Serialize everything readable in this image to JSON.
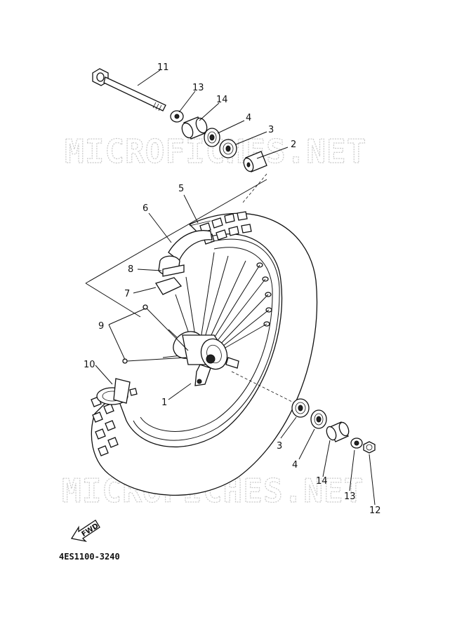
{
  "diagram": {
    "callouts": [
      {
        "id": "c11",
        "text": "11"
      },
      {
        "id": "c13a",
        "text": "13"
      },
      {
        "id": "c14a",
        "text": "14"
      },
      {
        "id": "c4a",
        "text": "4"
      },
      {
        "id": "c3a",
        "text": "3"
      },
      {
        "id": "c2",
        "text": "2"
      },
      {
        "id": "c5",
        "text": "5"
      },
      {
        "id": "c6",
        "text": "6"
      },
      {
        "id": "c8",
        "text": "8"
      },
      {
        "id": "c7",
        "text": "7"
      },
      {
        "id": "c9",
        "text": "9"
      },
      {
        "id": "c10",
        "text": "10"
      },
      {
        "id": "c1",
        "text": "1"
      },
      {
        "id": "c3b",
        "text": "3"
      },
      {
        "id": "c4b",
        "text": "4"
      },
      {
        "id": "c14b",
        "text": "14"
      },
      {
        "id": "c13b",
        "text": "13"
      },
      {
        "id": "c12",
        "text": "12"
      }
    ],
    "watermark_text": "MICROFICHES.NET",
    "direction_label": "FWD",
    "part_code": "4ES1100-3240"
  }
}
